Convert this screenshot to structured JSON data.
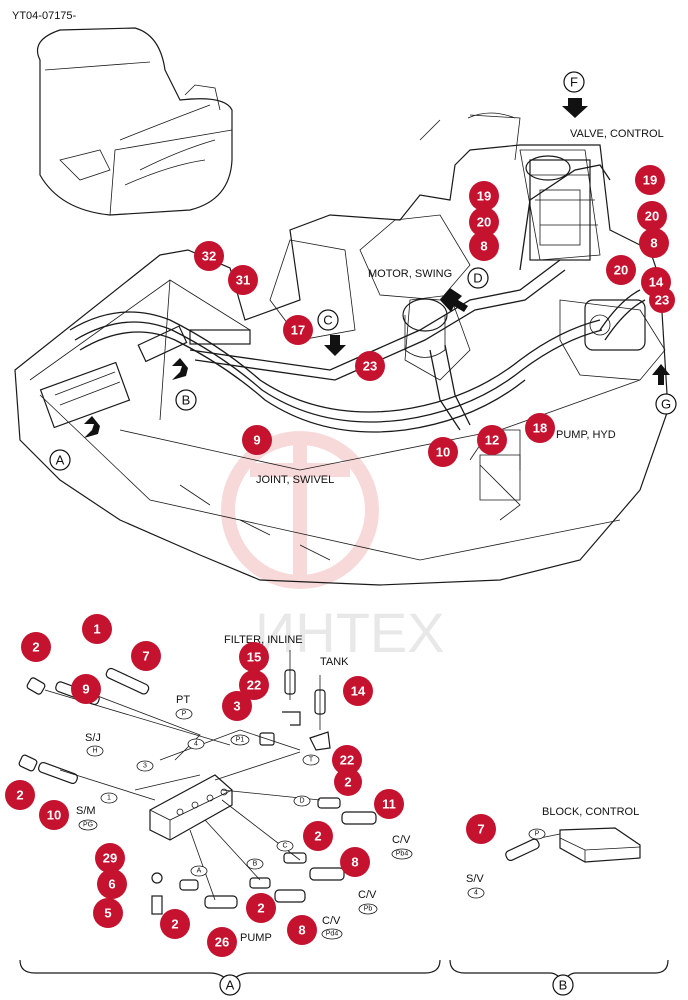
{
  "doc_id": "YT04-07175-",
  "watermark": "ИНТЕХ",
  "labels": {
    "valve_control": "VALVE, CONTROL",
    "motor_swing": "MOTOR, SWING",
    "joint_swivel": "JOINT, SWIVEL",
    "pump_hyd": "PUMP, HYD",
    "filter_inline": "FILTER, INLINE",
    "tank": "TANK",
    "pt": "PT",
    "sj": "S/J",
    "sm": "S/M",
    "cv1": "C/V",
    "cv2": "C/V",
    "cv3": "C/V",
    "pump": "PUMP",
    "block_control": "BLOCK, CONTROL",
    "sv": "S/V"
  },
  "ports": {
    "P": "P",
    "H": "H",
    "4a": "4",
    "3": "3",
    "1": "1",
    "P1": "P1",
    "T": "T",
    "D": "D",
    "C": "C",
    "B": "B",
    "A": "A",
    "PG": "PG",
    "Pb4": "Pb4",
    "Pb": "Pb",
    "Pd4": "Pd4",
    "P2": "P",
    "4b": "4"
  },
  "view_letters": {
    "A": "A",
    "B": "B",
    "C": "C",
    "D": "D",
    "F": "F",
    "G": "G"
  },
  "section_labels": {
    "A": "A",
    "B": "B"
  },
  "callouts": [
    "19",
    "20",
    "8",
    "19",
    "20",
    "8",
    "20",
    "14",
    "23",
    "32",
    "31",
    "17",
    "23",
    "9",
    "10",
    "12",
    "18",
    "1",
    "2",
    "7",
    "9",
    "15",
    "22",
    "3",
    "14",
    "22",
    "2",
    "2",
    "10",
    "11",
    "29",
    "2",
    "6",
    "8",
    "5",
    "2",
    "2",
    "26",
    "8",
    "7"
  ]
}
